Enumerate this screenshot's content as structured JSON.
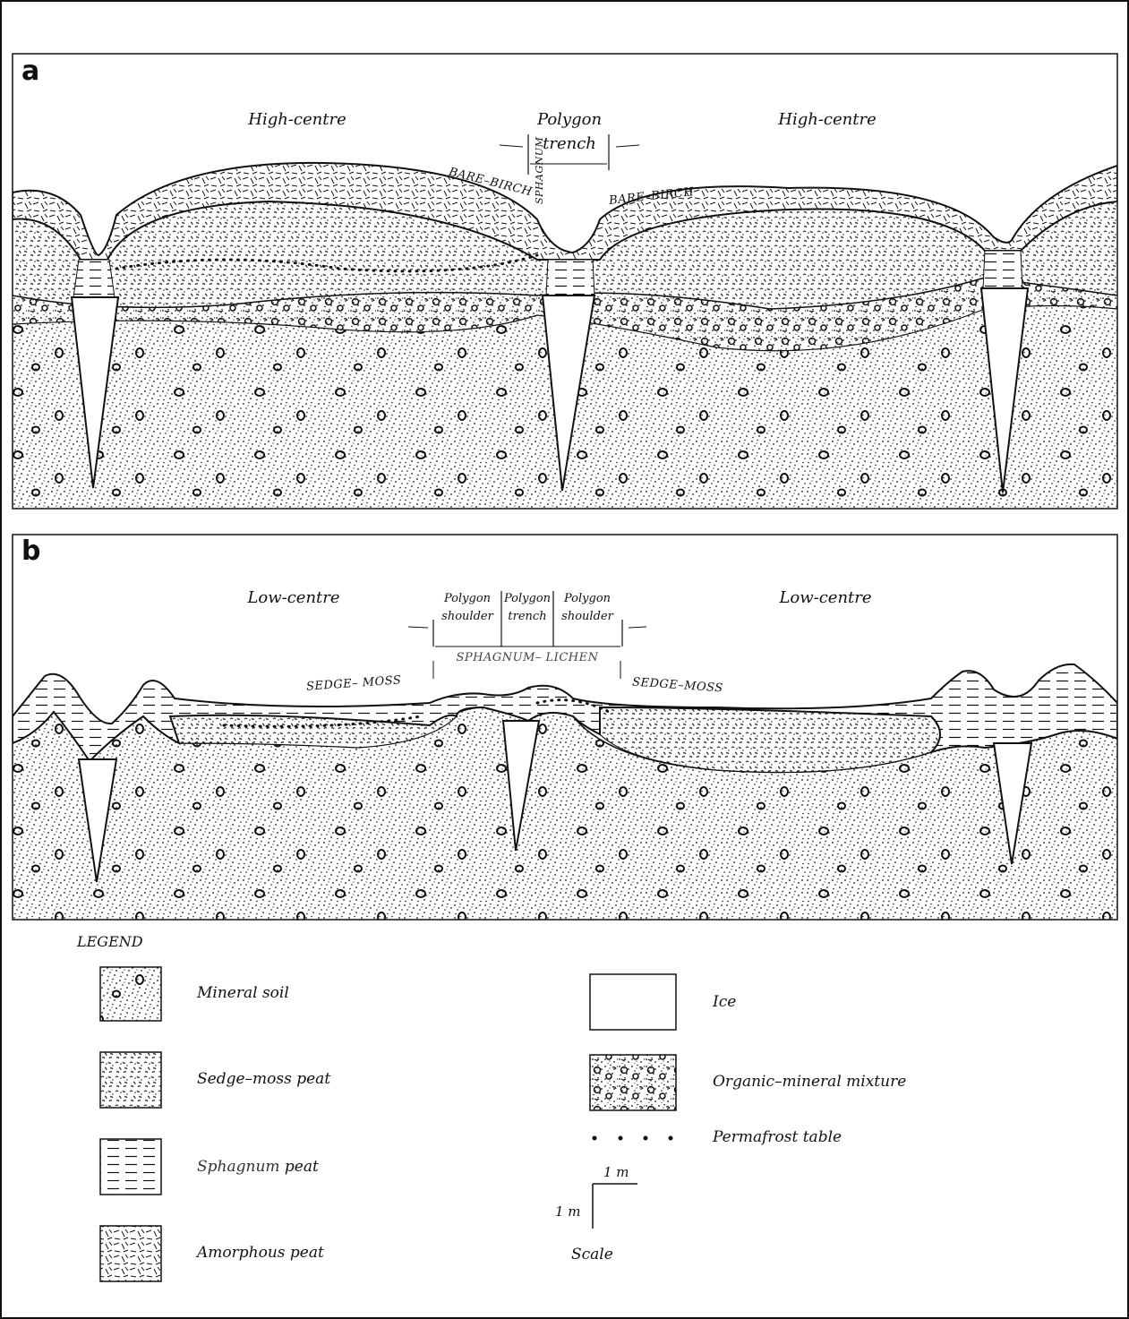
{
  "panel_a": {
    "letter": "a",
    "high_centre_left": "High-centre",
    "high_centre_right": "High-centre",
    "polygon_trench_line1": "Polygon",
    "polygon_trench_line2": "trench",
    "bare_birch_left": "BARE–BIRCH",
    "bare_birch_right": "BARE–BIRCH",
    "sphagnum_vertical": "SPHAGNUM"
  },
  "panel_b": {
    "letter": "b",
    "low_centre_left": "Low-centre",
    "low_centre_right": "Low-centre",
    "shoulder_left_1": "Polygon",
    "shoulder_left_2": "shoulder",
    "trench_1": "Polygon",
    "trench_2": "trench",
    "shoulder_right_1": "Polygon",
    "shoulder_right_2": "shoulder",
    "sphagnum_lichen": "SPHAGNUM– LICHEN",
    "sedge_moss_left": "SEDGE– MOSS",
    "sedge_moss_right": "SEDGE–MOSS"
  },
  "legend": {
    "title": "LEGEND",
    "mineral_soil": "Mineral soil",
    "sedge_moss_peat": "Sedge–moss peat",
    "sphagnum_peat_word": "Sphagnum",
    "sphagnum_peat_rest": " peat",
    "amorphous_peat": "Amorphous peat",
    "ice": "Ice",
    "organic_mineral": "Organic–mineral mixture",
    "permafrost_table": "Permafrost table",
    "scale_h": "1 m",
    "scale_v": "1 m",
    "scale_title": "Scale"
  }
}
